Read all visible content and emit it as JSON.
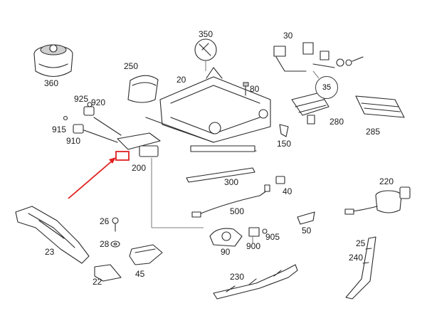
{
  "diagram": {
    "highlight_color": "#e02020",
    "callouts": {
      "p360": "360",
      "p250": "250",
      "p350": "350",
      "p20": "20",
      "p30": "30",
      "p35": "35",
      "p80": "80",
      "p280": "280",
      "p285": "285",
      "p925": "925",
      "p920": "920",
      "p915": "915",
      "p910": "910",
      "p200": "200",
      "p150": "150",
      "p300": "300",
      "p40": "40",
      "p220": "220",
      "p500": "500",
      "p26": "26",
      "p28": "28",
      "p905": "905",
      "p900": "900",
      "p90": "90",
      "p50": "50",
      "p23": "23",
      "p45": "45",
      "p22": "22",
      "p230": "230",
      "p25": "25",
      "p240": "240"
    }
  }
}
